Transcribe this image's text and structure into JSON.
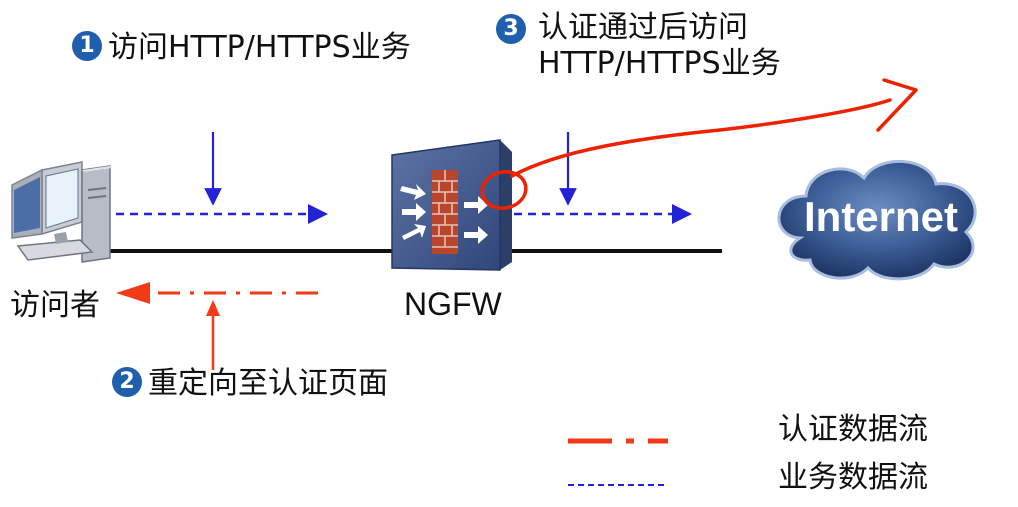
{
  "steps": [
    {
      "num": "1",
      "label": "访问HTTP/HTTPS业务"
    },
    {
      "num": "2",
      "label": "重定向至认证页面"
    },
    {
      "num": "3",
      "label_line1": "认证通过后访问",
      "label_line2": "HTTP/HTTPS业务"
    }
  ],
  "nodes": {
    "visitor": "访问者",
    "firewall": "NGFW",
    "internet": "Internet"
  },
  "legend": {
    "auth_flow": "认证数据流",
    "business_flow": "业务数据流"
  },
  "colors": {
    "business_flow": "#2323d6",
    "auth_flow": "#f23a16",
    "annotation": "#ee2200",
    "cloud": "#2a4a7e",
    "badge": "#1f5fae"
  }
}
